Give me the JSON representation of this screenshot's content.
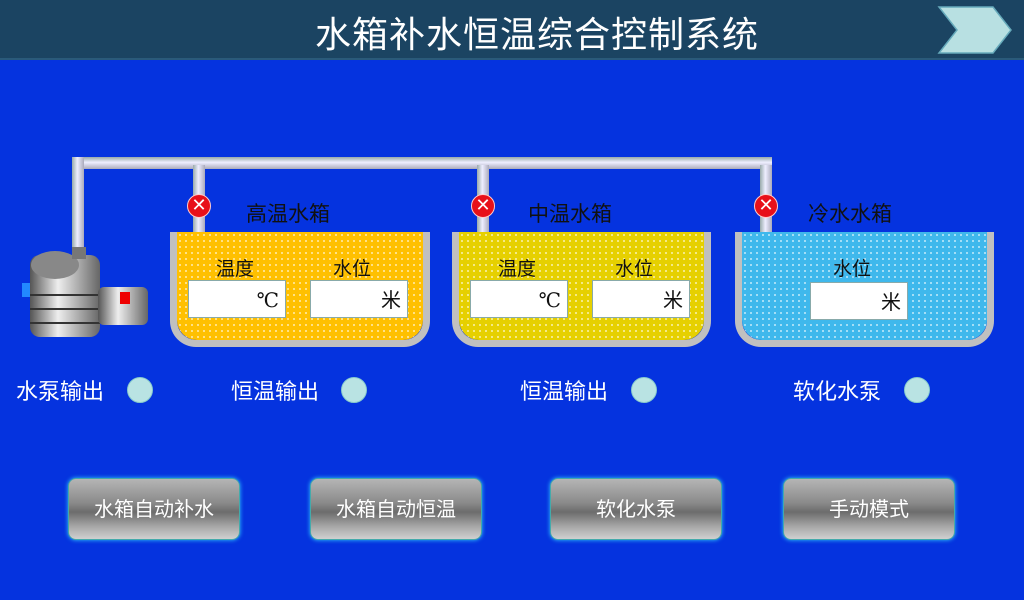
{
  "header": {
    "title": "水箱补水恒温综合控制系统",
    "next_icon": "chevron-right-icon"
  },
  "tanks": [
    {
      "title": "高温水箱",
      "temp_label": "温度",
      "temp_unit": "℃",
      "level_label": "水位",
      "level_unit": "米",
      "color": "#ffc000"
    },
    {
      "title": "中温水箱",
      "temp_label": "温度",
      "temp_unit": "℃",
      "level_label": "水位",
      "level_unit": "米",
      "color": "#e6d000"
    },
    {
      "title": "冷水水箱",
      "level_label": "水位",
      "level_unit": "米",
      "color": "#3fb8ec"
    }
  ],
  "status": [
    {
      "label": "水泵输出"
    },
    {
      "label": "恒温输出"
    },
    {
      "label": "恒温输出"
    },
    {
      "label": "软化水泵"
    }
  ],
  "buttons": [
    "水箱自动补水",
    "水箱自动恒温",
    "软化水泵",
    "手动模式"
  ],
  "valve_symbol": "✕"
}
